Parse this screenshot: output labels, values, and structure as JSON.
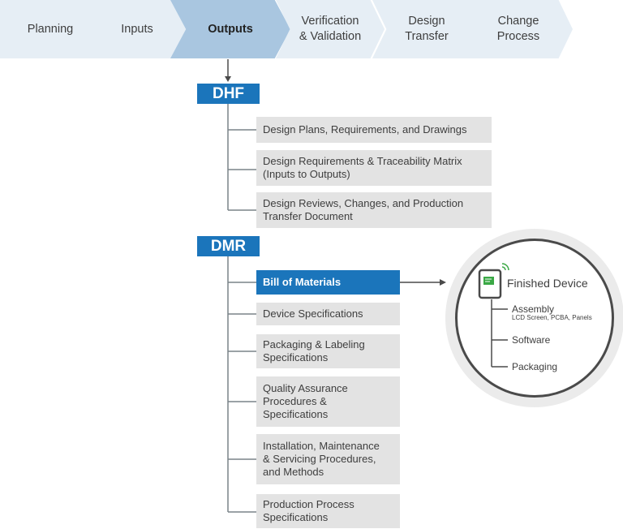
{
  "process_steps": [
    {
      "line1": "Planning",
      "line2": ""
    },
    {
      "line1": "Inputs",
      "line2": ""
    },
    {
      "line1": "Outputs",
      "line2": ""
    },
    {
      "line1": "Verification",
      "line2": "& Validation"
    },
    {
      "line1": "Design",
      "line2": "Transfer"
    },
    {
      "line1": "Change",
      "line2": "Process"
    }
  ],
  "colors": {
    "chevron_default": "#e6eef5",
    "chevron_active": "#a9c6e0",
    "accent": "#1b75bb",
    "box": "#e3e3e3"
  },
  "dhf": {
    "label": "DHF",
    "items": [
      {
        "line1": "Design Plans, Requirements, and Drawings",
        "line2": ""
      },
      {
        "line1": "Design Requirements & Traceability Matrix",
        "line2": "(Inputs to Outputs)"
      },
      {
        "line1": "Design Reviews, Changes, and Production",
        "line2": "Transfer Document"
      }
    ]
  },
  "dmr": {
    "label": "DMR",
    "items": [
      {
        "lines": [
          "Bill of Materials"
        ]
      },
      {
        "lines": [
          "Device Specifications"
        ]
      },
      {
        "lines": [
          "Packaging & Labeling",
          "Specifications"
        ]
      },
      {
        "lines": [
          "Quality Assurance",
          "Procedures &",
          "Specifications"
        ]
      },
      {
        "lines": [
          "Installation, Maintenance",
          "& Servicing Procedures,",
          "and Methods"
        ]
      },
      {
        "lines": [
          "Production Process",
          "Specifications"
        ]
      }
    ]
  },
  "finished_device": {
    "title": "Finished Device",
    "icon": "tablet-icon",
    "components": [
      {
        "label": "Assembly",
        "sub": "LCD Screen, PCBA, Panels"
      },
      {
        "label": "Software",
        "sub": ""
      },
      {
        "label": "Packaging",
        "sub": ""
      }
    ]
  }
}
